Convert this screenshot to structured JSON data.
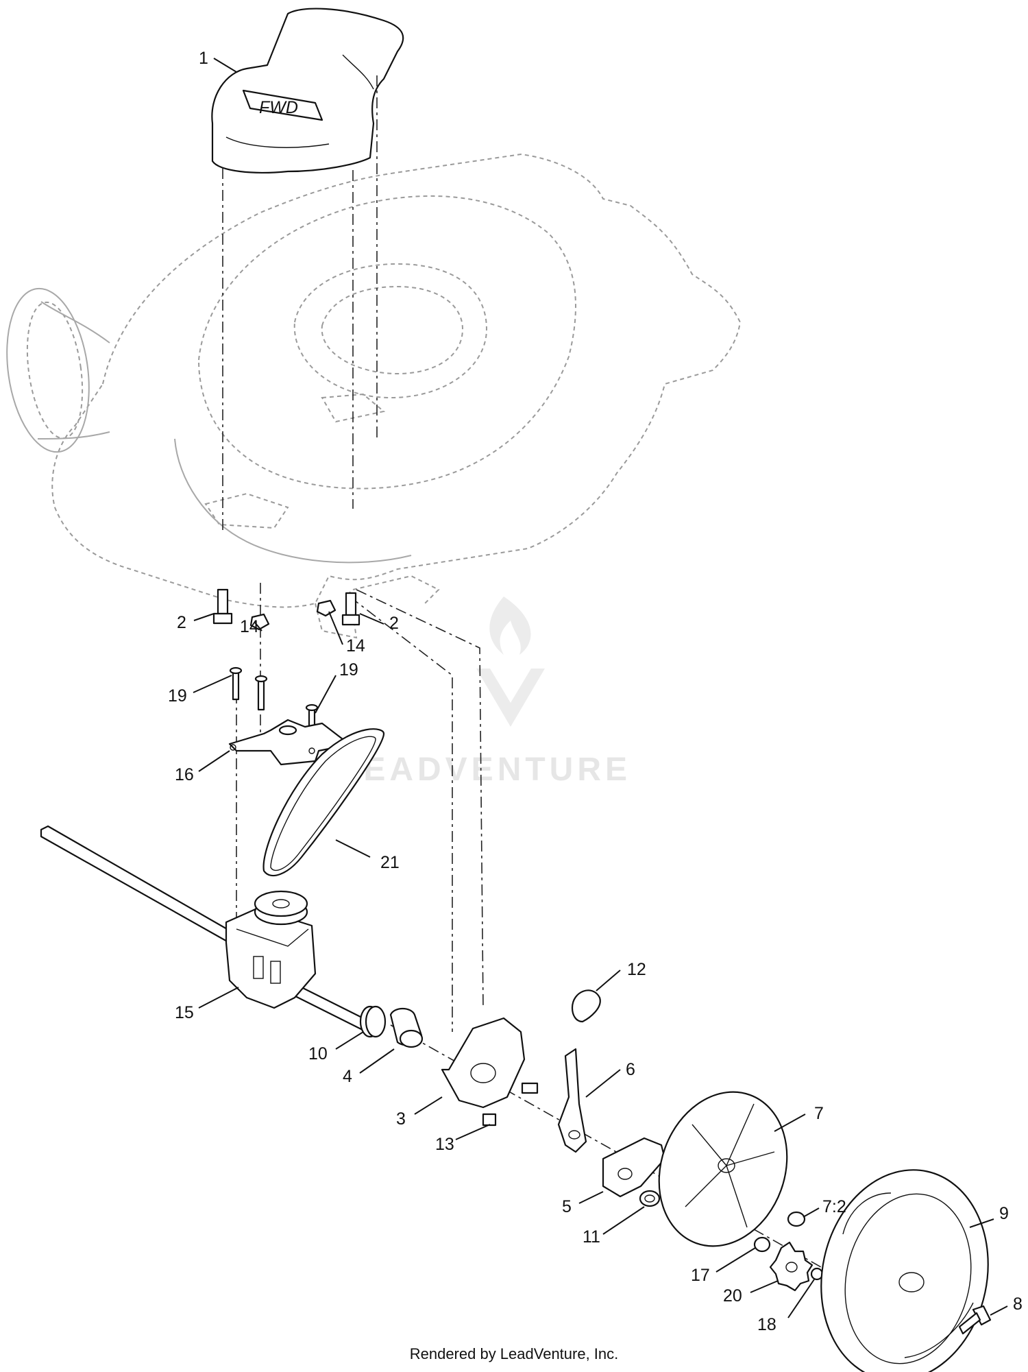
{
  "footer": {
    "text": "Rendered by LeadVenture, Inc."
  },
  "watermark": {
    "text": "LEADVENTURE"
  },
  "hood_badge": {
    "text": "FWD"
  },
  "callouts": [
    "1",
    "2",
    "2",
    "14",
    "14",
    "19",
    "19",
    "16",
    "21",
    "15",
    "10",
    "4",
    "3",
    "13",
    "12",
    "6",
    "5",
    "11",
    "7",
    "7:2",
    "9",
    "17",
    "20",
    "18",
    "8"
  ]
}
